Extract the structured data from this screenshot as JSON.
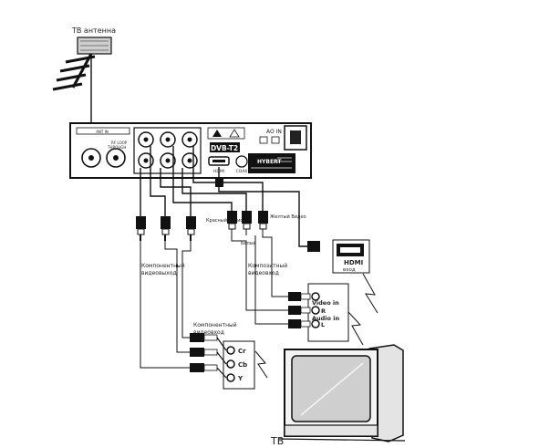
{
  "labels": {
    "antenna": "ТВ антенна",
    "ant_in": "ANT IN",
    "rf_loop": "RF LOOP",
    "rf_through": "THROUGH",
    "dvb": "DVB-T2",
    "ao_in": "AO IN",
    "brand": "HYBERT",
    "hdmi_port": "HDMI",
    "coax": "COAX",
    "red_audio": "Красный аудио",
    "white": "Белый",
    "yellow_video": "Желтый Видео",
    "hdmi_in_1": "HDMI",
    "hdmi_in_2": "вход",
    "component_out_1": "Компонентный",
    "component_out_2": "видеовыход",
    "composite_in_1": "Композитный",
    "composite_in_2": "видеовход",
    "component_in_1": "Компонентный",
    "component_in_2": "видеовход",
    "video_in": "Video in",
    "audio_in": "Audio in",
    "r": "R",
    "l": "L",
    "cr": "Cr",
    "cb": "Cb",
    "y": "Y",
    "tv": "ТВ"
  },
  "colors": {
    "line": "#111111",
    "box_fill": "#d8d8d8",
    "screen": "#cfcfcf"
  }
}
